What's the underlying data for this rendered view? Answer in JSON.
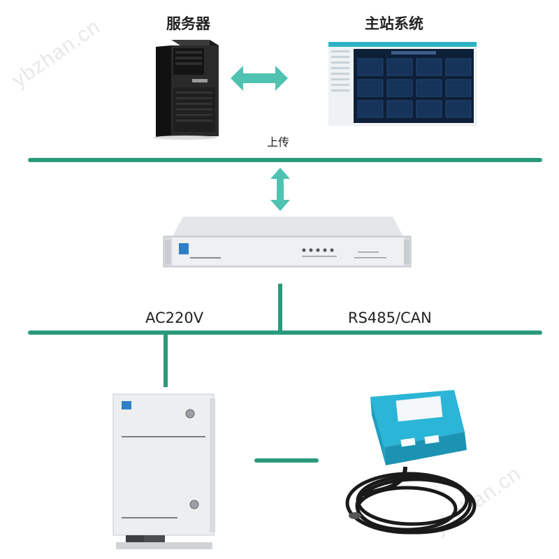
{
  "labels": {
    "server": "服务器",
    "master_system": "主站系统",
    "upload": "上传",
    "ac220v": "AC220V",
    "rs485_can": "RS485/CAN"
  },
  "watermark": "ybzhan.cn",
  "colors": {
    "bus_line": "#2a9a7c",
    "arrow": "#4fc2b1",
    "sensor_body": "#2bb5d6"
  },
  "icons": {
    "server": "tower-server",
    "master_screen": "monitoring-dashboard",
    "rack_device": "rack-monitor-device",
    "enclosure": "wall-mount-box",
    "sensor": "clamp-current-sensor"
  }
}
